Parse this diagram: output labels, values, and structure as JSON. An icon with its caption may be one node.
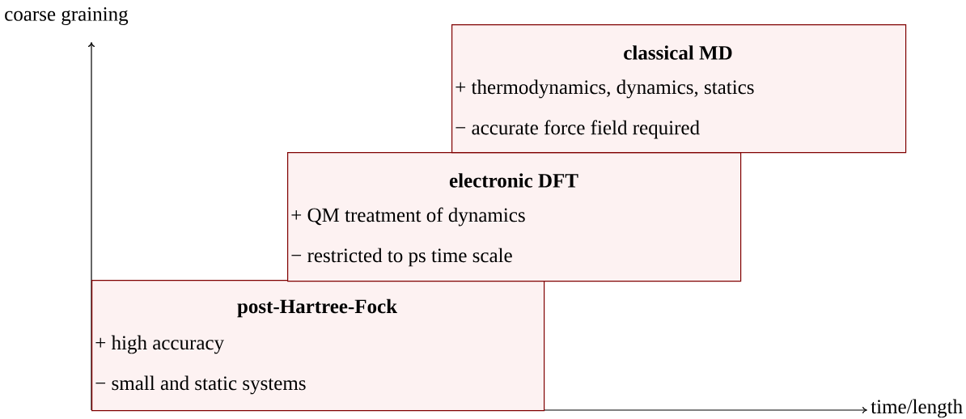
{
  "diagram": {
    "nodes": [
      {
        "text": [
          "classical MD",
          "+ thermodynamics, dynamics, statics",
          "− accurate force field required"
        ]
      },
      {
        "text": [
          "electronic DFT",
          "+ QM treatment of dynamics",
          "− restricted to ps time scale"
        ]
      },
      {
        "text": [
          "post-Hartree-Fock",
          "+ high accuracy",
          "− small and static systems"
        ]
      }
    ],
    "labels": [
      "coarse graining",
      "time/length"
    ]
  }
}
